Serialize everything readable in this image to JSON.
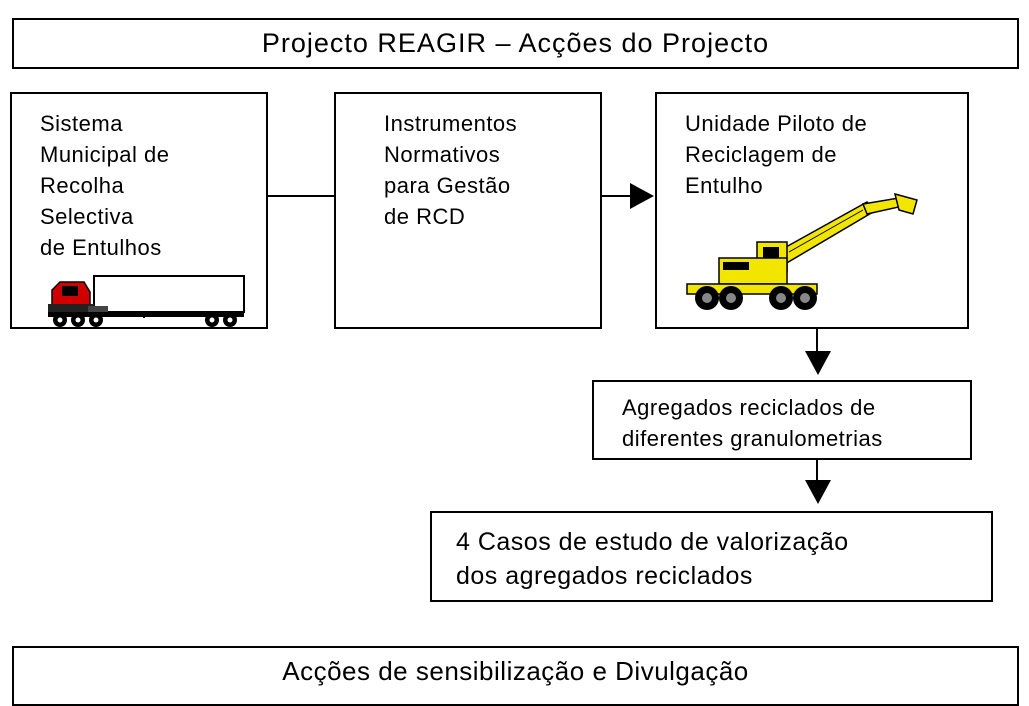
{
  "title": "Projecto  REAGIR – Acções do Projecto",
  "boxes": {
    "sistema": [
      "Sistema",
      "Municipal de",
      "Recolha",
      "Selectiva",
      "de  Entulhos"
    ],
    "instrumentos": [
      "Instrumentos",
      "Normativos",
      "para  Gestão",
      "de RCD"
    ],
    "unidade": [
      "Unidade Piloto de",
      "Reciclagem de",
      "Entulho"
    ],
    "agregados": [
      "Agregados reciclados  de",
      "diferentes granulometrias"
    ],
    "casos": [
      "4  Casos de estudo de valorização",
      "dos agregados reciclados"
    ]
  },
  "footer": "Acções de sensibilização e Divulgação",
  "icons": {
    "truck": "truck-icon",
    "excavator": "excavator-icon"
  }
}
